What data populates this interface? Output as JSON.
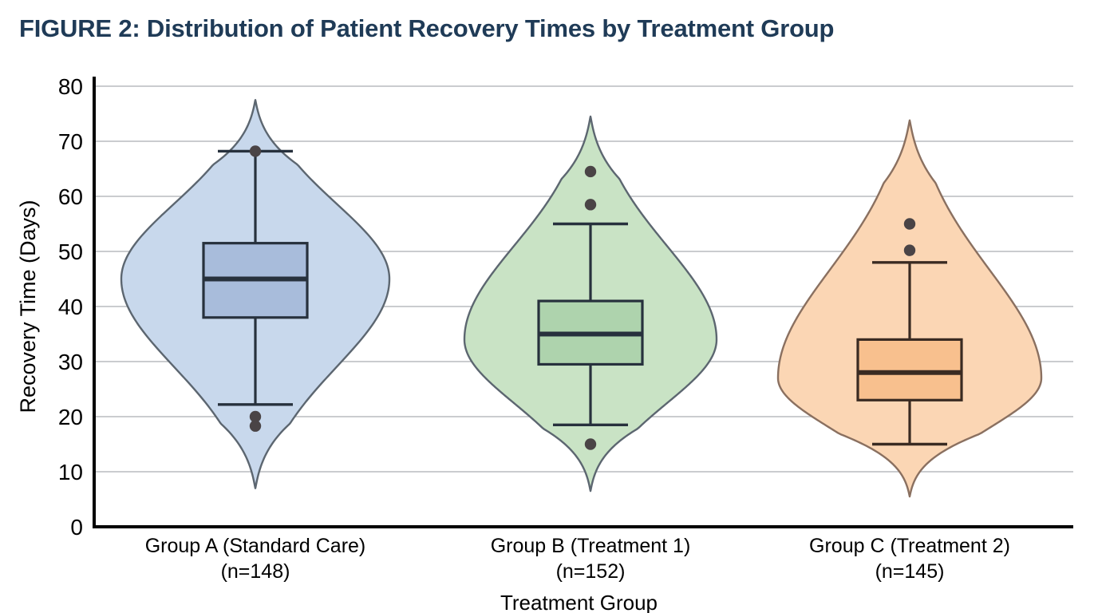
{
  "chart_data": {
    "type": "violin",
    "title": "FIGURE 2: Distribution of Patient Recovery Times by Treatment Group",
    "title_color": "#1f3b57",
    "xlabel": "Treatment Group",
    "ylabel": "Recovery Time (Days)",
    "ylim": [
      0,
      80
    ],
    "yticks": [
      0,
      10,
      20,
      30,
      40,
      50,
      60,
      70,
      80
    ],
    "ytick_labels": [
      "0",
      "10",
      "20",
      "30",
      "40",
      "50",
      "60",
      "70",
      "80"
    ],
    "grid": true,
    "grid_axis": "y",
    "legend": "none",
    "categories": [
      "Group A (Standard Care)\n(n=148)",
      "Group B (Treatment 1)\n(n=152)",
      "Group C (Treatment 2)\n(n=145)"
    ],
    "series": [
      {
        "name": "Group A (Standard Care)",
        "label_line1": "Group A (Standard Care)",
        "label_line2": "(n=148)",
        "n": 148,
        "violin_fill": "#c8d8ec",
        "violin_edge": "#5c6670",
        "box_fill": "#a8bcdb",
        "box_edge": "#27313d",
        "median": 45,
        "q1": 38,
        "q3": 51.5,
        "whisker_low": 22.2,
        "whisker_high": 68.2,
        "violin_min": 7,
        "violin_max": 77.5,
        "violin_peak": 45,
        "outliers": [
          68.2,
          20.0,
          18.3
        ]
      },
      {
        "name": "Group B (Treatment 1)",
        "label_line1": "Group B (Treatment 1)",
        "label_line2": "(n=152)",
        "n": 152,
        "violin_fill": "#c9e3c5",
        "violin_edge": "#5c6670",
        "box_fill": "#aed3ad",
        "box_edge": "#27313d",
        "median": 35,
        "q1": 29.5,
        "q3": 41,
        "whisker_low": 18.5,
        "whisker_high": 55,
        "violin_min": 6.5,
        "violin_max": 74.5,
        "violin_peak": 34,
        "outliers": [
          64.5,
          58.5,
          15.0
        ]
      },
      {
        "name": "Group C (Treatment 2)",
        "label_line1": "Group C (Treatment 2)",
        "label_line2": "(n=145)",
        "n": 145,
        "violin_fill": "#fbd6b4",
        "violin_edge": "#8a7060",
        "box_fill": "#f8c08e",
        "box_edge": "#3a2b22",
        "median": 28,
        "q1": 23,
        "q3": 34,
        "whisker_low": 15,
        "whisker_high": 48,
        "violin_min": 5.5,
        "violin_max": 73.8,
        "violin_peak": 27,
        "outliers": [
          55.0,
          50.2
        ]
      }
    ]
  }
}
